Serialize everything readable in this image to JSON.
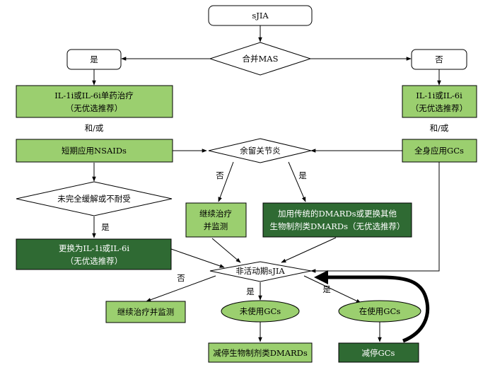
{
  "diagram": {
    "top_node": "sJIA",
    "mas_decision": "合并MAS",
    "yes_left": "是",
    "no_right": "否",
    "left_treatment": [
      "IL-1i或IL-6i单药治疗",
      "（无优选推荐）"
    ],
    "right_treatment": [
      "IL-1i或IL-6i",
      "（无优选推荐）"
    ],
    "and_or_left": "和/或",
    "and_or_right": "和/或",
    "short_nsaids": "短期应用NSAIDs",
    "systemic_gcs": "全身应用GCs",
    "residual_decision": "余留关节炎",
    "residual_no": "否",
    "residual_yes": "是",
    "continue_monitor": [
      "继续治疗",
      "并监测"
    ],
    "add_dmards": [
      "加用传统的DMARDs或更换其他",
      "生物制剂类DMARDs（无优选推荐）"
    ],
    "incomplete_decision": "未完全缓解或不耐受",
    "incomplete_yes": "是",
    "switch_il": [
      "更换为IL-1i或IL-6i",
      "（无优选推荐）"
    ],
    "inactive_decision": "非活动期sJIA",
    "inactive_no": "否",
    "inactive_yes_1": "是",
    "inactive_yes_2": "是",
    "continue_monitor_2": "继续治疗并监测",
    "not_using_gcs": "未使用GCs",
    "using_gcs": "在使用GCs",
    "stop_biologic": "减停生物制剂类DMARDs",
    "stop_gcs": "减停GCs"
  },
  "colors": {
    "light_green": "#9bcf6f",
    "dark_green": "#2f6a33",
    "white": "#ffffff",
    "line": "#000000"
  }
}
